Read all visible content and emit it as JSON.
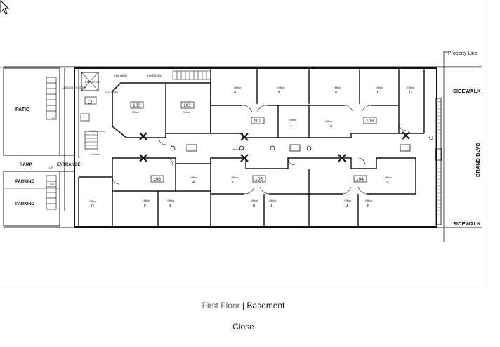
{
  "floorplan": {
    "outside_labels": {
      "property_line": "Property Line",
      "patio": "PATIO",
      "ramp": "RAMP",
      "parking_upper": "PARKING",
      "parking_lower": "PARKING",
      "sidewalk_top": "SIDEWALK",
      "sidewalk_bottom": "SIDEWALK",
      "street": "BRAND BLVD",
      "entrance": "ENTRANCE"
    },
    "rooms": {
      "r100": "100",
      "r101": "101",
      "r102": "102",
      "r103": "103",
      "r104": "104",
      "r105": "105",
      "r106": "106"
    },
    "offices": {
      "office_label": "Office",
      "letters": {
        "a": "A",
        "b": "B",
        "c": "C",
        "d": "D"
      }
    },
    "misc": {
      "hallway_top": "HALLWAY",
      "hallway_mid": "HALLWAY",
      "handrail": "HANDRAIL",
      "gallery": "GALLERY",
      "elevator": "ELEVATOR",
      "waiting_area": "Waiting Area",
      "kitchen": "Kitchen",
      "ladder": "LADDER TO ROOF",
      "dn": "DN",
      "up": "UP"
    }
  },
  "nav": {
    "first_floor": "First Floor",
    "separator": "|",
    "basement": "Basement",
    "close": "Close"
  }
}
